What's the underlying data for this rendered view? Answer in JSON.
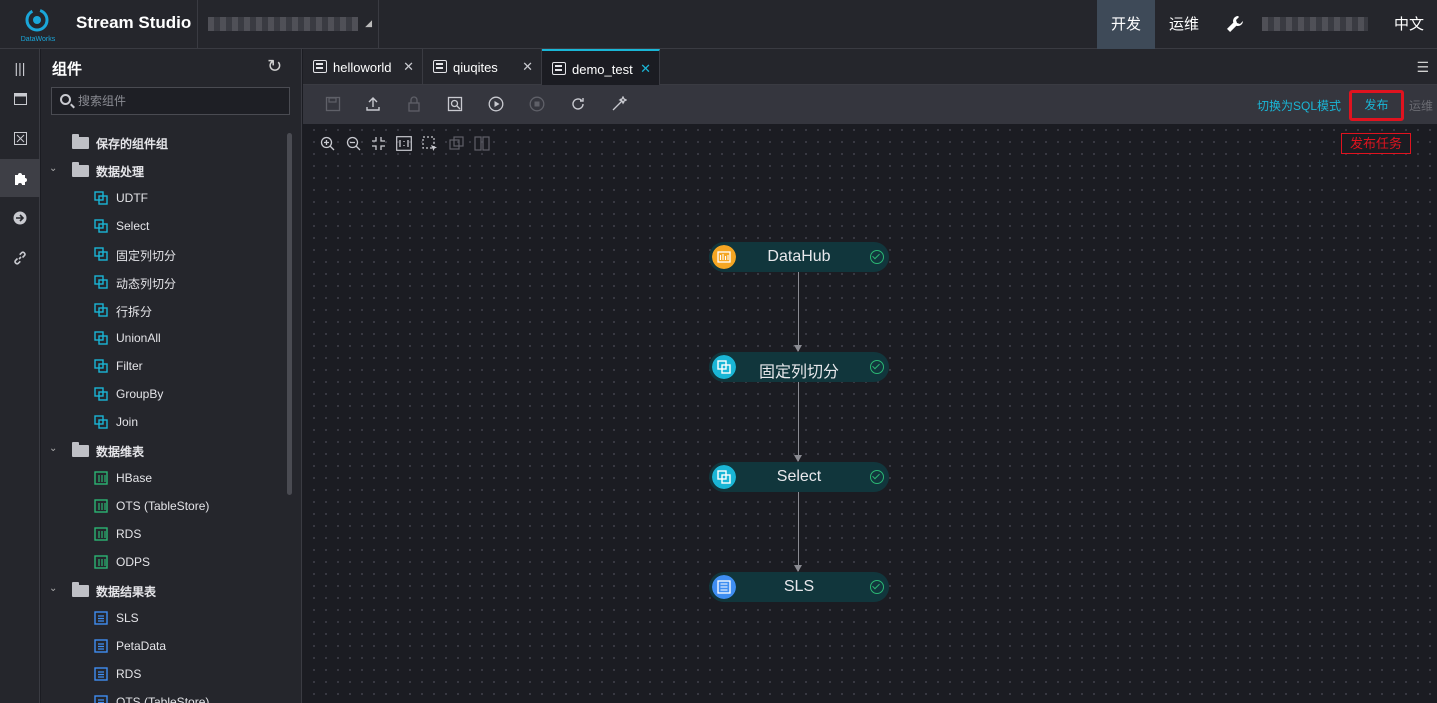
{
  "header": {
    "logo_text": "DataWorks",
    "app_title": "Stream Studio",
    "nav": {
      "dev": "开发",
      "ops": "运维",
      "lang": "中文"
    },
    "tool_icon": "wrench-icon"
  },
  "rail": {
    "items": [
      "columns-icon",
      "calendar-icon",
      "function-icon",
      "puzzle-icon",
      "arrow-right-circle-icon",
      "link-icon"
    ],
    "active": "puzzle-icon"
  },
  "panel": {
    "title": "组件",
    "search_placeholder": "搜索组件",
    "tree": {
      "saved": {
        "label": "保存的组件组"
      },
      "processing": {
        "label": "数据处理",
        "items": [
          "UDTF",
          "Select",
          "固定列切分",
          "动态列切分",
          "行拆分",
          "UnionAll",
          "Filter",
          "GroupBy",
          "Join"
        ]
      },
      "dimension": {
        "label": "数据维表",
        "items": [
          "HBase",
          "OTS (TableStore)",
          "RDS",
          "ODPS"
        ]
      },
      "result": {
        "label": "数据结果表",
        "items": [
          "SLS",
          "PetaData",
          "RDS",
          "OTS (TableStore)"
        ]
      }
    }
  },
  "tabs": [
    {
      "label": "helloworld",
      "active": false
    },
    {
      "label": "qiuqites",
      "active": false
    },
    {
      "label": "demo_test",
      "active": true
    }
  ],
  "toolbar": {
    "sql_mode": "切换为SQL模式",
    "publish": "发布",
    "ops": "运维"
  },
  "canvas": {
    "publish_tip": "发布任务",
    "nodes": [
      {
        "label": "DataHub",
        "icon": "datahub-icon",
        "status": "ok"
      },
      {
        "label": "固定列切分",
        "icon": "process-icon",
        "status": "ok"
      },
      {
        "label": "Select",
        "icon": "process-icon",
        "status": "ok"
      },
      {
        "label": "SLS",
        "icon": "sink-icon",
        "status": "ok"
      }
    ]
  },
  "colors": {
    "accent": "#1ab6d6",
    "highlight": "#e0131f",
    "node_bg": "#11363c",
    "status_ok": "#2bb673",
    "datahub_icon": "#f5a623"
  }
}
